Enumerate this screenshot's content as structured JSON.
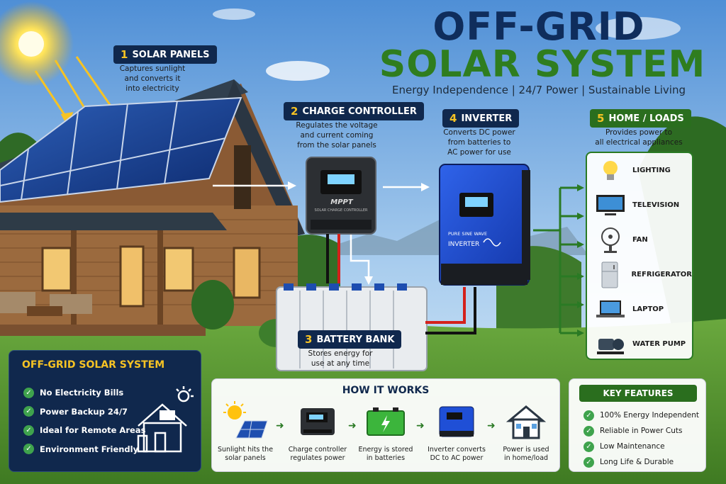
{
  "title": {
    "line1": "OFF-GRID",
    "line2": "SOLAR SYSTEM",
    "tagline": "Energy Independence  |  24/7 Power  |  Sustainable Living"
  },
  "steps": [
    {
      "num": "1",
      "label": "SOLAR PANELS",
      "desc1": "Captures sunlight",
      "desc2": "and converts it",
      "desc3": "into electricity"
    },
    {
      "num": "2",
      "label": "CHARGE CONTROLLER",
      "desc1": "Regulates the voltage",
      "desc2": "and current coming",
      "desc3": "from the solar panels"
    },
    {
      "num": "3",
      "label": "BATTERY BANK",
      "desc1": "Stores energy for",
      "desc2": "use at any time"
    },
    {
      "num": "4",
      "label": "INVERTER",
      "desc1": "Converts DC power",
      "desc2": "from batteries to",
      "desc3": "AC power for use"
    },
    {
      "num": "5",
      "label": "HOME / LOADS",
      "desc1": "Provides power to",
      "desc2": "all electrical appliances"
    }
  ],
  "device_labels": {
    "controller_brand": "MPPT",
    "controller_sub": "SOLAR CHARGE CONTROLLER",
    "inverter_line1": "PURE SINE WAVE",
    "inverter_line2": "INVERTER"
  },
  "loads": [
    {
      "label": "LIGHTING",
      "icon": "bulb-icon"
    },
    {
      "label": "TELEVISION",
      "icon": "tv-icon"
    },
    {
      "label": "FAN",
      "icon": "fan-icon"
    },
    {
      "label": "REFRIGERATOR",
      "icon": "fridge-icon"
    },
    {
      "label": "LAPTOP",
      "icon": "laptop-icon"
    },
    {
      "label": "WATER PUMP",
      "icon": "pump-icon"
    }
  ],
  "offgrid_box": {
    "title": "OFF-GRID SOLAR SYSTEM",
    "items": [
      "No Electricity Bills",
      "Power Backup 24/7",
      "Ideal for Remote Areas",
      "Environment Friendly"
    ]
  },
  "how_it_works": {
    "title": "HOW IT WORKS",
    "steps": [
      {
        "l1": "Sunlight hits the",
        "l2": "solar panels"
      },
      {
        "l1": "Charge controller",
        "l2": "regulates power"
      },
      {
        "l1": "Energy is stored",
        "l2": "in batteries"
      },
      {
        "l1": "Inverter converts",
        "l2": "DC to AC power"
      },
      {
        "l1": "Power is used",
        "l2": "in home/load"
      }
    ]
  },
  "key_features": {
    "title": "KEY FEATURES",
    "items": [
      "100% Energy Independent",
      "Reliable in Power Cuts",
      "Low Maintenance",
      "Long Life & Durable"
    ]
  },
  "colors": {
    "navy": "#10284d",
    "green": "#2a6e1e",
    "accent_yellow": "#f6c324",
    "inverter_blue": "#1f4fd6"
  }
}
